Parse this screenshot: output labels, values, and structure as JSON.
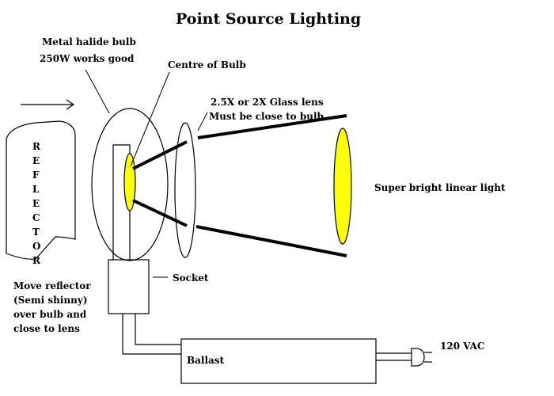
{
  "diagram": {
    "title": "Point Source Lighting",
    "labels": {
      "bulb_line1": "Metal halide bulb",
      "bulb_line2": "250W works good",
      "centre": "Centre of Bulb",
      "lens_line1": "2.5X or 2X Glass lens",
      "lens_line2": "Must be close to bulb",
      "output": "Super bright linear light",
      "socket": "Socket",
      "move_line1": "Move reflector",
      "move_line2": "(Semi shinny)",
      "move_line3": "over bulb and",
      "move_line4": "close to lens",
      "ballast": "Ballast",
      "supply": "120 VAC"
    },
    "reflector_letters": [
      "R",
      "E",
      "F",
      "L",
      "E",
      "C",
      "T",
      "O",
      "R"
    ],
    "colors": {
      "light": "#ffff00",
      "stroke": "#000000",
      "background": "#ffffff"
    }
  }
}
